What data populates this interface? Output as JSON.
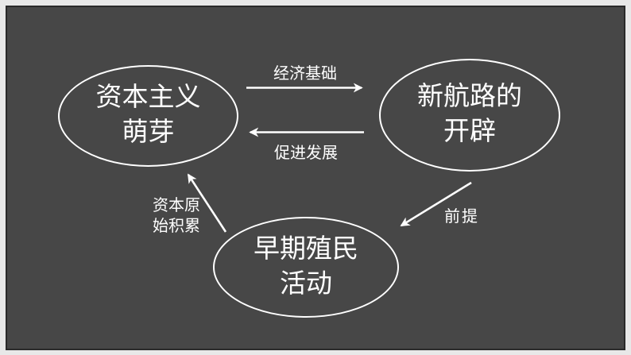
{
  "theme": {
    "frame-bg": "#e8e8e8",
    "slide-bg": "#474747",
    "slide-border": "#2a2a2a",
    "ink": "#ffffff"
  },
  "diagram": {
    "type": "cycle-diagram",
    "nodes": {
      "capitalism": {
        "line1": "资本主义",
        "line2": "萌芽"
      },
      "new_routes": {
        "line1": "新航路的",
        "line2": "开辟"
      },
      "colonial": {
        "line1": "早期殖民",
        "line2": "活动"
      }
    },
    "edges": {
      "economic_base": {
        "label": "经济基础",
        "from": "capitalism",
        "to": "new_routes"
      },
      "promote_dev": {
        "label": "促进发展",
        "from": "new_routes",
        "to": "capitalism"
      },
      "premise": {
        "label": "前提",
        "from": "new_routes",
        "to": "colonial"
      },
      "primitive_accumulation": {
        "line1": "资本原",
        "line2": "始积累",
        "from": "colonial",
        "to": "capitalism"
      }
    }
  }
}
